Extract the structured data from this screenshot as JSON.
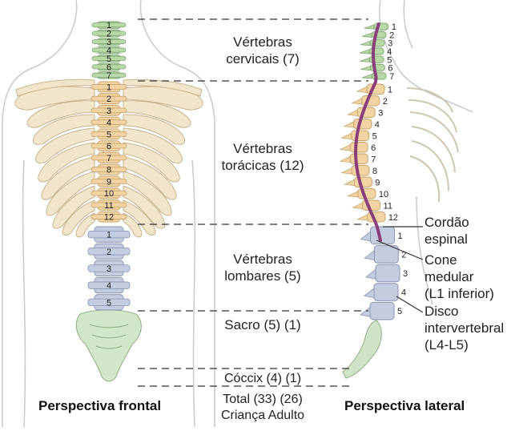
{
  "groups": {
    "cervical": {
      "line1": "Vértebras",
      "line2": "cervicais (7)"
    },
    "thoracic": {
      "line1": "Vértebras",
      "line2": "torácicas (12)"
    },
    "lumbar": {
      "line1": "Vértebras",
      "line2": "lombares (5)"
    },
    "sacrum": "Sacro (5) (1)",
    "coccyx": "Cóccix (4) (1)",
    "total": {
      "line1": "Total (33) (26)",
      "line2": "Criança Adulto"
    }
  },
  "lateral_labels": {
    "spinal_cord": {
      "line1": "Cordão",
      "line2": "espinal"
    },
    "conus": {
      "line1": "Cone",
      "line2": "medular",
      "line3": "(L1 inferior)"
    },
    "disc": {
      "line1": "Disco",
      "line2": "intervertebral",
      "line3": "(L4-L5)"
    }
  },
  "captions": {
    "frontal": "Perspectiva frontal",
    "lateral": "Perspectiva lateral"
  },
  "vertebra_numbers": {
    "cervical": [
      "1",
      "2",
      "3",
      "4",
      "5",
      "6",
      "7"
    ],
    "thoracic": [
      "1",
      "2",
      "3",
      "4",
      "5",
      "6",
      "7",
      "8",
      "9",
      "10",
      "11",
      "12"
    ],
    "lumbar": [
      "1",
      "2",
      "3",
      "4",
      "5"
    ]
  },
  "colors": {
    "cervical": "#b8d8a8",
    "thoracic": "#f2d3a4",
    "lumbar": "#c4cde0",
    "sacrum": "#cfe3c6",
    "ribs": "#f0e4c9",
    "skin_outline": "#c8c8c8",
    "spinal_cord": "#8a3f7a",
    "dashed_line": "#333333"
  }
}
